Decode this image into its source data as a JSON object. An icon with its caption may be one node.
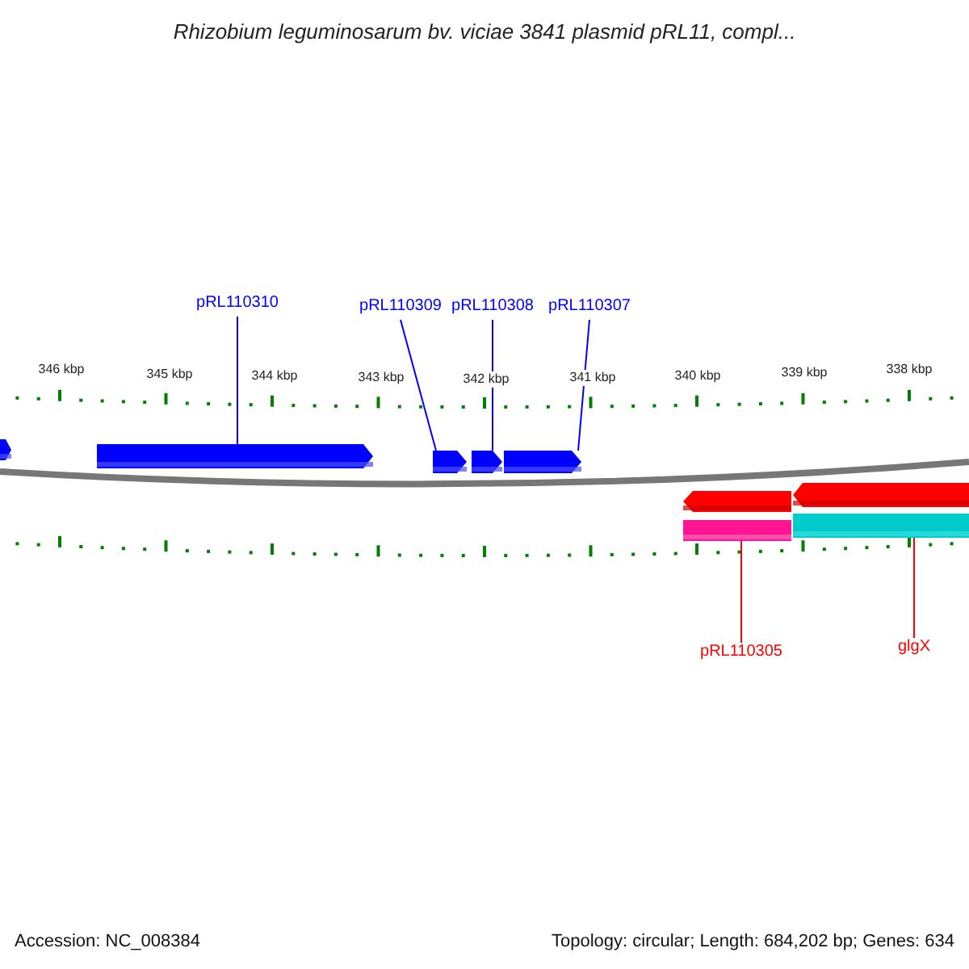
{
  "diagram": {
    "title": "Rhizobium leguminosarum bv. viciae 3841 plasmid pRL11, compl...",
    "nodes": [
      {
        "text": [
          "pRL110310"
        ]
      },
      {
        "text": [
          "pRL110309"
        ]
      },
      {
        "text": [
          "pRL110308"
        ]
      },
      {
        "text": [
          "pRL110307"
        ]
      },
      {
        "text": [
          "pRL110305"
        ]
      },
      {
        "text": [
          "glgX"
        ]
      },
      {
        "text": [],
        "shape": "arrow"
      },
      {
        "text": [],
        "shape": "arrow"
      },
      {
        "text": [],
        "shape": "arrow"
      },
      {
        "text": [],
        "shape": "arrow"
      },
      {
        "text": [],
        "shape": "arrow"
      },
      {
        "text": [],
        "shape": "arrow"
      },
      {
        "text": [],
        "shape": "arrow"
      },
      {
        "text": [],
        "shape": "bar"
      },
      {
        "text": [],
        "shape": "bar"
      }
    ],
    "edges": [
      {
        "from": 0,
        "to": 7,
        "arrow": "none"
      },
      {
        "from": 1,
        "to": 8,
        "arrow": "none"
      },
      {
        "from": 2,
        "to": 9,
        "arrow": "none"
      },
      {
        "from": 3,
        "to": 10,
        "arrow": "none"
      },
      {
        "from": 4,
        "to": 13,
        "arrow": "none",
        "color": "#ff0000"
      },
      {
        "from": 5,
        "to": 14,
        "arrow": "none",
        "color": "#ff0000"
      }
    ],
    "labels": [
      "346 kbp",
      "345 kbp",
      "344 kbp",
      "343 kbp",
      "342 kbp",
      "341 kbp",
      "340 kbp",
      "339 kbp",
      "338 kbp",
      "Accession: NC_008384",
      "Topology: circular; Length: 684,202 bp; Genes: 634"
    ]
  }
}
